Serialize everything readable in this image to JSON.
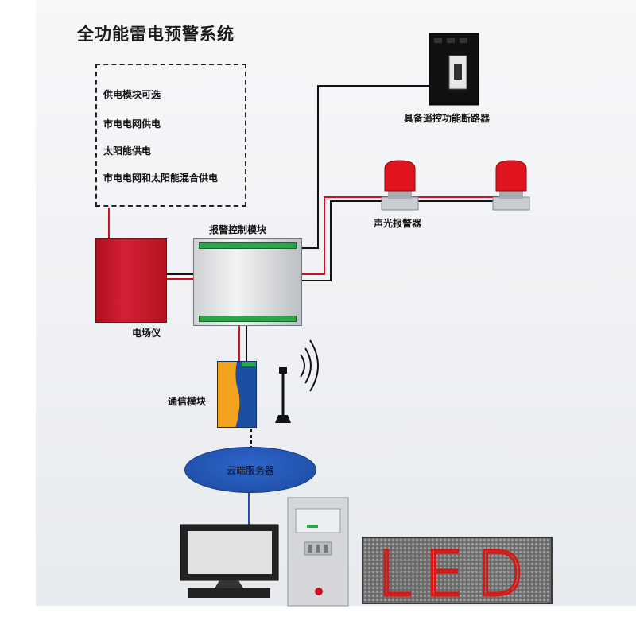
{
  "title": "全功能雷电预警系统",
  "power_options": [
    "供电模块可选",
    "市电电网供电",
    "太阳能供电",
    "市电电网和太阳能混合供电"
  ],
  "labels": {
    "breaker": "具备遥控功能断路器",
    "alarm": "声光报警器",
    "control": "报警控制模块",
    "field_meter": "电场仪",
    "comm": "通信模块",
    "cloud": "云端服务器"
  },
  "led_text": "LED",
  "colors": {
    "wire_red": "#d01020",
    "wire_black": "#111111",
    "alarm_red": "#e0141e",
    "cloud_blue": "#2a5cb8",
    "led_red": "#d41818"
  }
}
